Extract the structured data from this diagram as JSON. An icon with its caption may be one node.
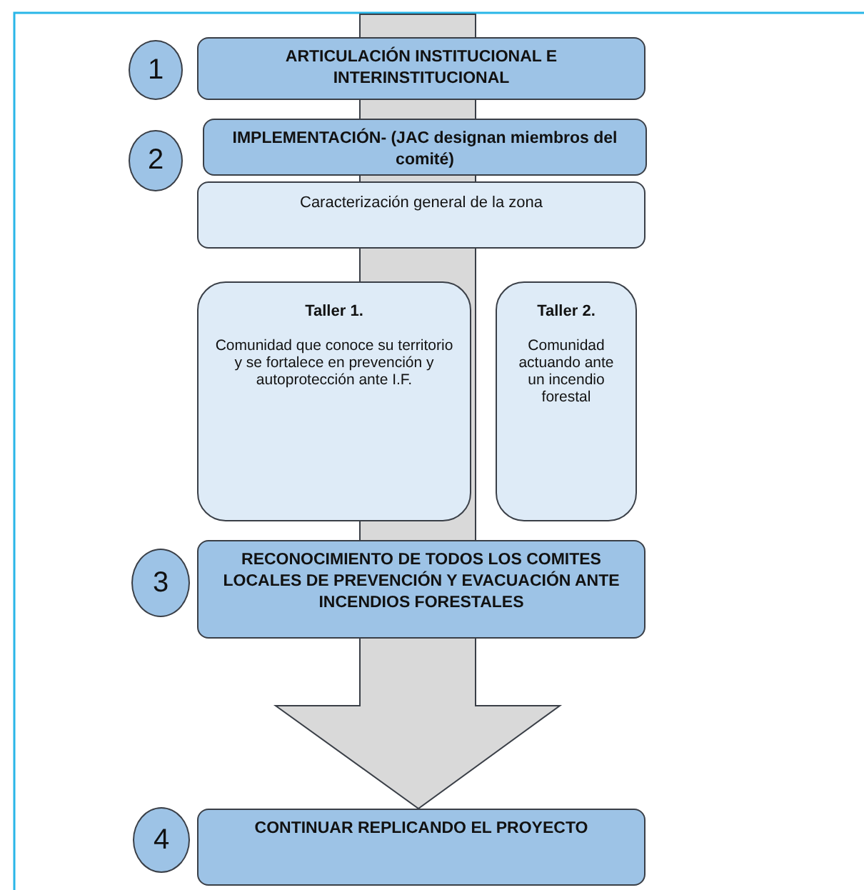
{
  "diagram": {
    "nodes": [
      {
        "text": [
          "1"
        ]
      },
      {
        "text": [
          "ARTICULACIÓN INSTITUCIONAL E INTERINSTITUCIONAL"
        ]
      },
      {
        "text": [
          "2"
        ]
      },
      {
        "text": [
          "IMPLEMENTACIÓN- (JAC designan miembros del comité)"
        ]
      },
      {
        "text": [
          "Caracterización general de la zona"
        ]
      },
      {
        "text": [
          "Taller 1.",
          "Comunidad que conoce su territorio y se fortalece en prevención y autoprotección ante I.F."
        ]
      },
      {
        "text": [
          "Taller 2.",
          "Comunidad actuando ante un incendio forestal"
        ]
      },
      {
        "text": [
          "3"
        ]
      },
      {
        "text": [
          "RECONOCIMIENTO DE TODOS LOS COMITES LOCALES DE PREVENCIÓN Y EVACUACIÓN ANTE INCENDIOS FORESTALES"
        ]
      },
      {
        "text": [
          "4"
        ]
      },
      {
        "text": [
          "CONTINUAR REPLICANDO EL PROYECTO"
        ]
      }
    ],
    "edges": [
      {
        "from": null,
        "to": 10,
        "arrow": "to"
      }
    ]
  }
}
